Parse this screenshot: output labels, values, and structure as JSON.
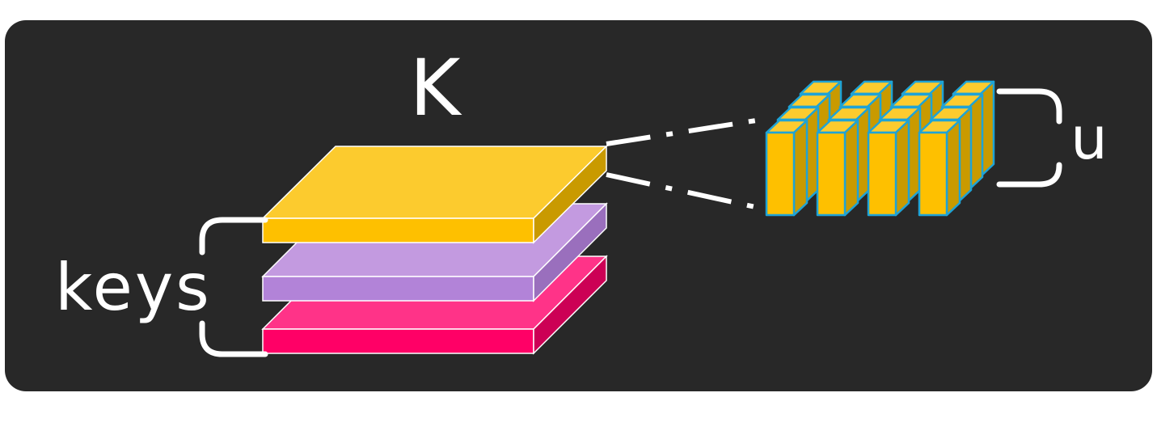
{
  "labels": {
    "matrix": "K",
    "stack": "keys",
    "bracket": "u"
  },
  "colors": {
    "background": "#282828",
    "layer_top": [
      "#fccb2e",
      "#fec000",
      "#c99a00"
    ],
    "layer_mid": [
      "#c39ae0",
      "#b283d8",
      "#9a6fbd"
    ],
    "layer_bot": [
      "#ff3388",
      "#ff0066",
      "#cc0055"
    ],
    "cube_fill": "#fec000",
    "cube_stroke": "#1ea3d6",
    "lines": "#ffffff"
  }
}
